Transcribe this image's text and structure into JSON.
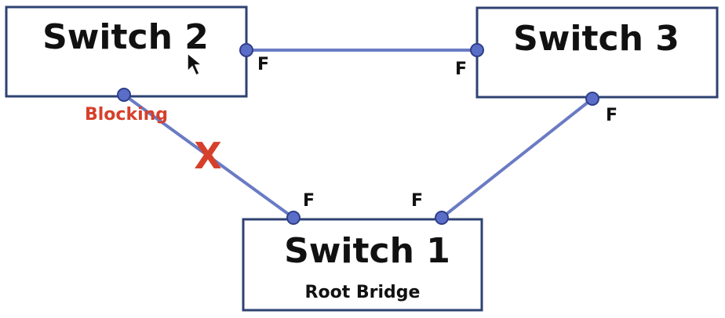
{
  "switches": {
    "switch2": {
      "label": "Switch 2"
    },
    "switch3": {
      "label": "Switch 3"
    },
    "switch1": {
      "label": "Switch 1",
      "subtitle": "Root Bridge"
    }
  },
  "ports": {
    "s2_right": "F",
    "s3_left": "F",
    "s3_bottom": "F",
    "s1_left": "F",
    "s1_right": "F",
    "s2_bottom": "Blocking"
  },
  "blocked_link_marker": "X",
  "colors": {
    "box_border": "#2e4272",
    "link": "#6a7bc4",
    "port": "#5b6ec7",
    "blocking": "#d6402b",
    "text": "#111111"
  },
  "icons": {
    "cursor": "mouse-pointer-icon"
  }
}
